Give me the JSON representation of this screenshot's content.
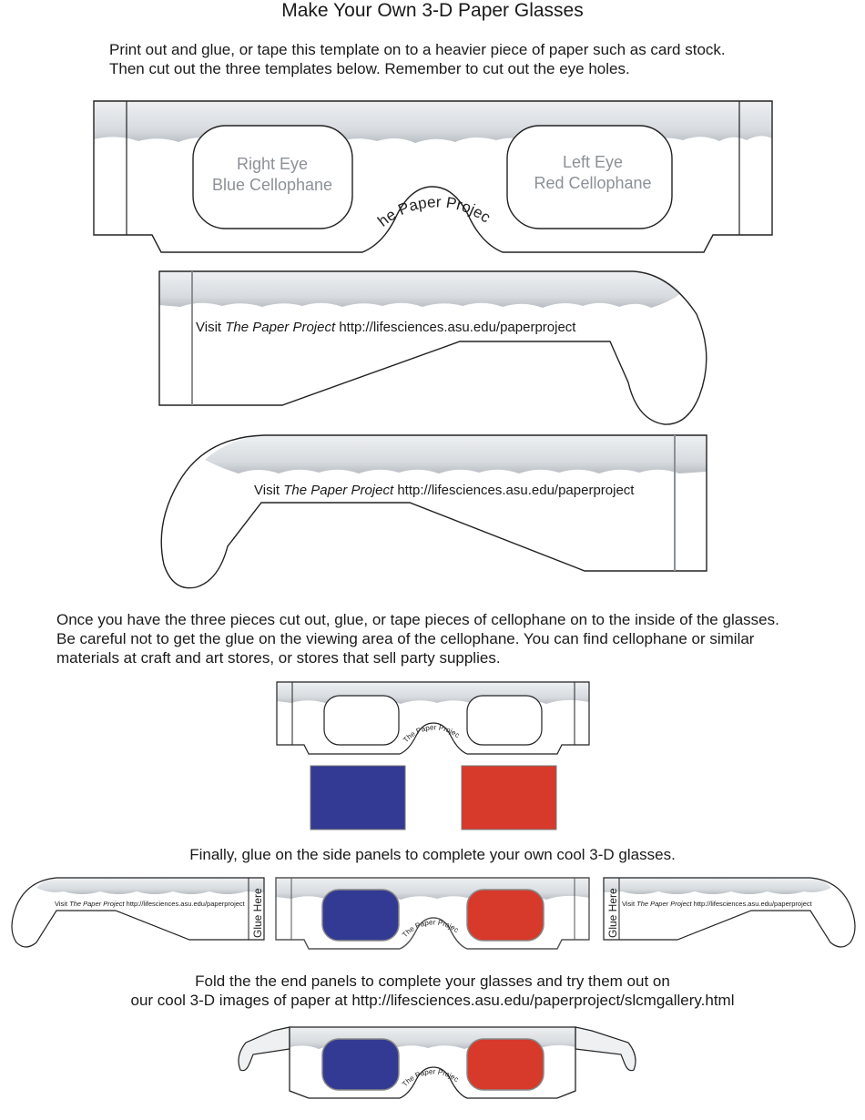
{
  "title": "Make Your Own 3-D Paper Glasses",
  "intro": {
    "line1": "Print out and glue, or tape this template on to a heavier piece of paper such as card stock.",
    "line2": "Then cut out the three templates below. Remember to cut out the eye holes."
  },
  "front_template": {
    "right_eye_line1": "Right Eye",
    "right_eye_line2": "Blue Cellophane",
    "left_eye_line1": "Left Eye",
    "left_eye_line2": "Red Cellophane",
    "brand_arc": "The Paper Project"
  },
  "side_template": {
    "visit_prefix": "Visit ",
    "project_name": "The Paper Project",
    "url": "http://lifesciences.asu.edu/paperproject"
  },
  "middle_text": {
    "line1": "Once you have the three pieces cut out, glue, or tape pieces of cellophane on to the inside of the glasses.",
    "line2": "Be careful not to get the glue on the viewing area of the cellophane. You can find cellophane or similar",
    "line3": "materials at craft and art stores, or stores that sell party supplies."
  },
  "cellophane_colors": {
    "blue": "#333a93",
    "red": "#d7392b"
  },
  "finally_text": "Finally, glue on the side panels to complete your own cool 3-D glasses.",
  "glue_label": "Glue Here",
  "fold_text": {
    "line1": "Fold the the end panels to complete your glasses and try them out on",
    "line2": "our cool 3-D images of paper at http://lifesciences.asu.edu/paperproject/slcmgallery.html"
  }
}
